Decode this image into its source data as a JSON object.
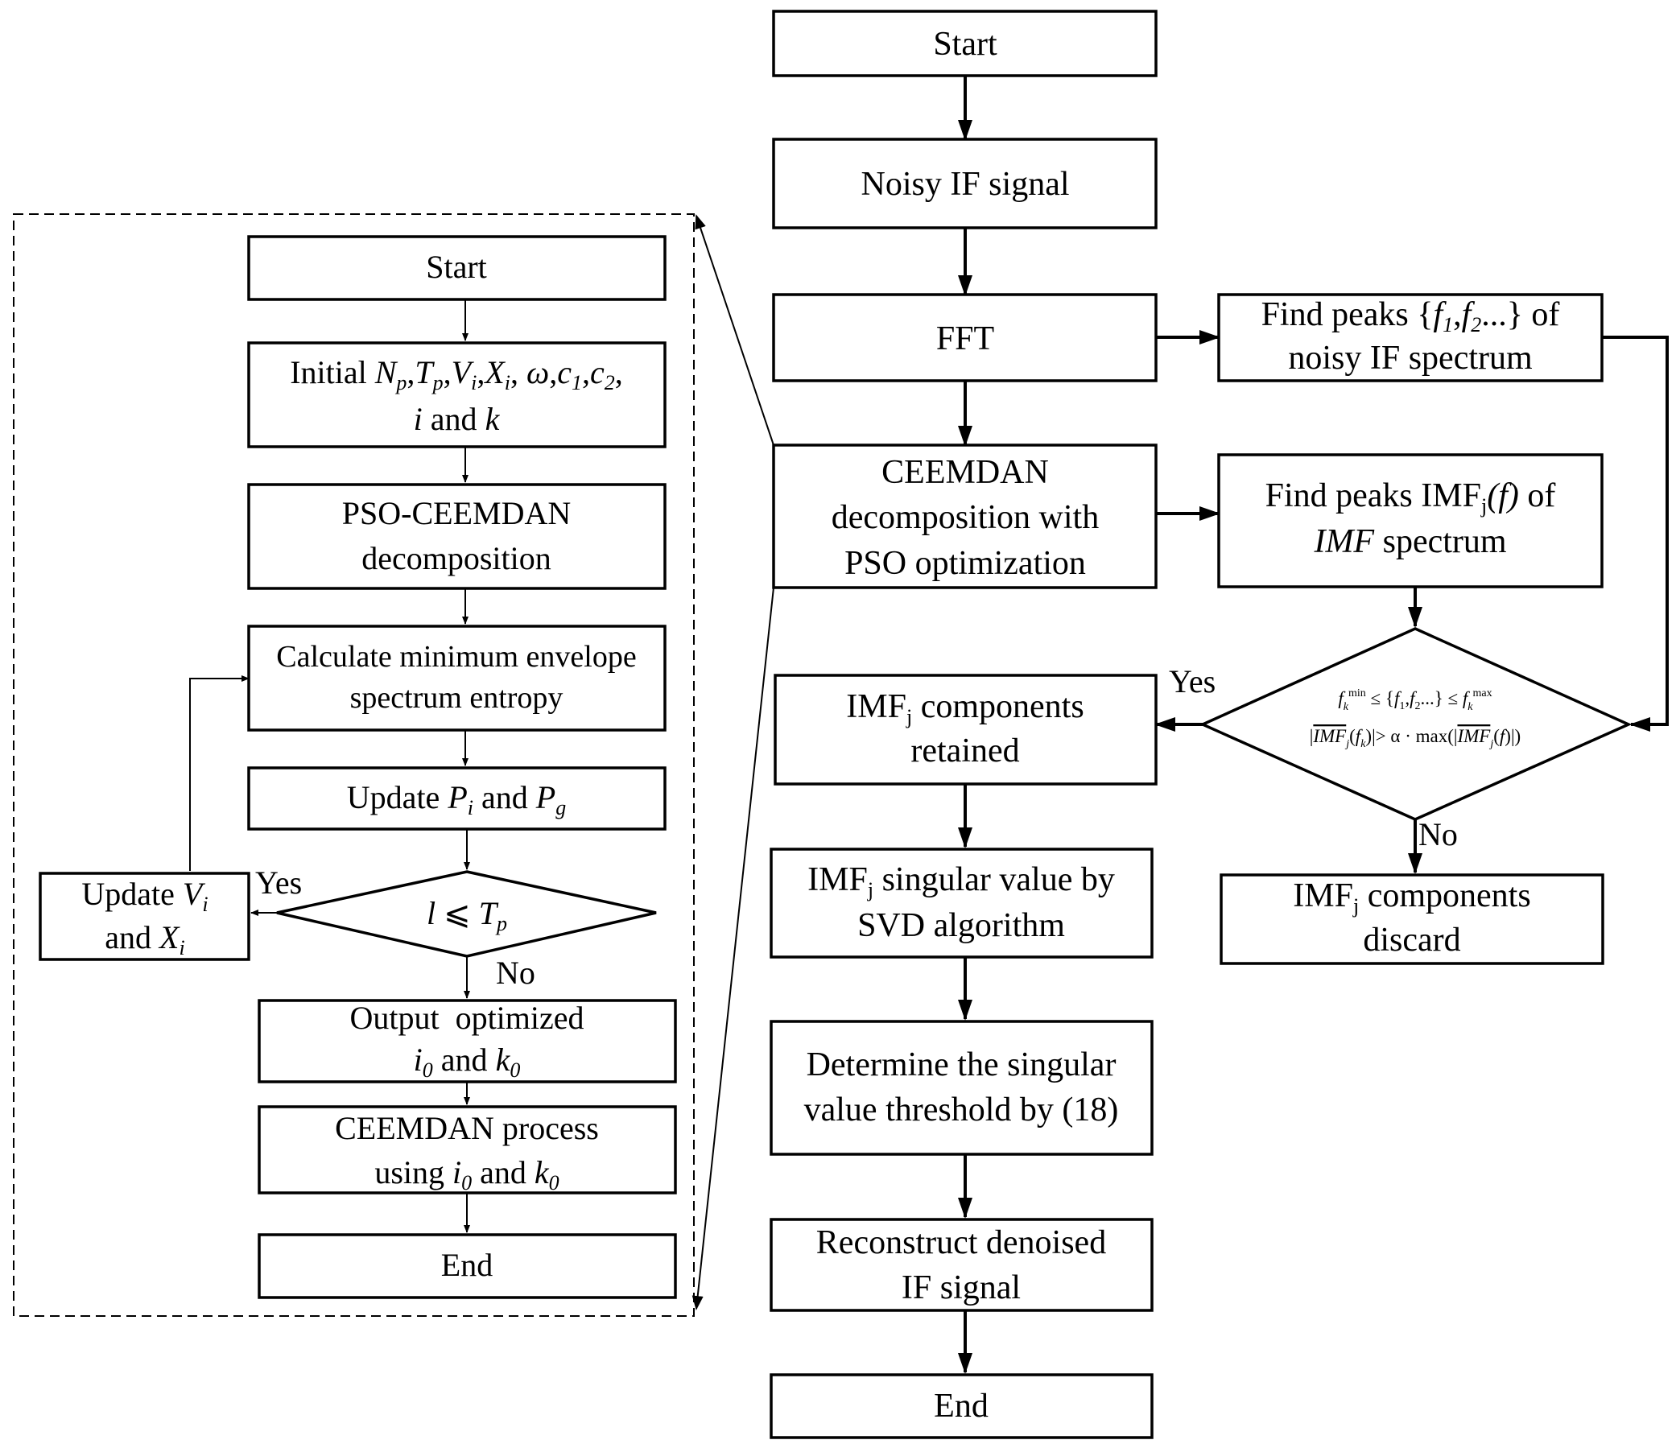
{
  "right_flow": {
    "start": "Start",
    "noisy_if": "Noisy IF signal",
    "fft": "FFT",
    "ceemdan": [
      "CEEMDAN",
      "decomposition with",
      "PSO optimization"
    ],
    "peaks_noisy": [
      "Find peaks",
      "of",
      "noisy IF spectrum"
    ],
    "peaks_noisy_set": "{f1,f2...}",
    "peaks_imf": [
      "Find peaks",
      "IMFj(f)",
      "of",
      "IMF",
      "spectrum"
    ],
    "condition": [
      "fk min ≤ {f1,f2...} ≤ fk max",
      "|IMFj(fk)| > α · max(|IMFj(f)|)"
    ],
    "yes": "Yes",
    "no": "No",
    "retained": [
      "IMFj components",
      "retained"
    ],
    "discard": [
      "IMFj components",
      "discard"
    ],
    "svd": [
      "IMFj singular value by",
      "SVD algorithm"
    ],
    "threshold": [
      "Determine the singular",
      "value threshold by (18)"
    ],
    "reconstruct": [
      "Reconstruct denoised",
      "IF signal"
    ],
    "end": "End"
  },
  "left_flow": {
    "start": "Start",
    "initial": [
      "Initial",
      "Np,Tp,Vi,Xi, ω,c1,c2,",
      "i",
      "and",
      "k"
    ],
    "pso_ceemdan": [
      "PSO-CEEMDAN",
      "decomposition"
    ],
    "entropy": [
      "Calculate minimum envelope",
      "spectrum entropy"
    ],
    "update_p": [
      "Update",
      "Pi",
      "and",
      "Pg"
    ],
    "condition": "l ⩽ Tp",
    "yes": "Yes",
    "no": "No",
    "update_vx": [
      "Update",
      "Vi",
      "and",
      "Xi"
    ],
    "output": [
      "Output  optimized",
      "i0 and k0"
    ],
    "ceemdan_process": [
      "CEEMDAN process",
      "using i0 and k0"
    ],
    "end": "End"
  }
}
